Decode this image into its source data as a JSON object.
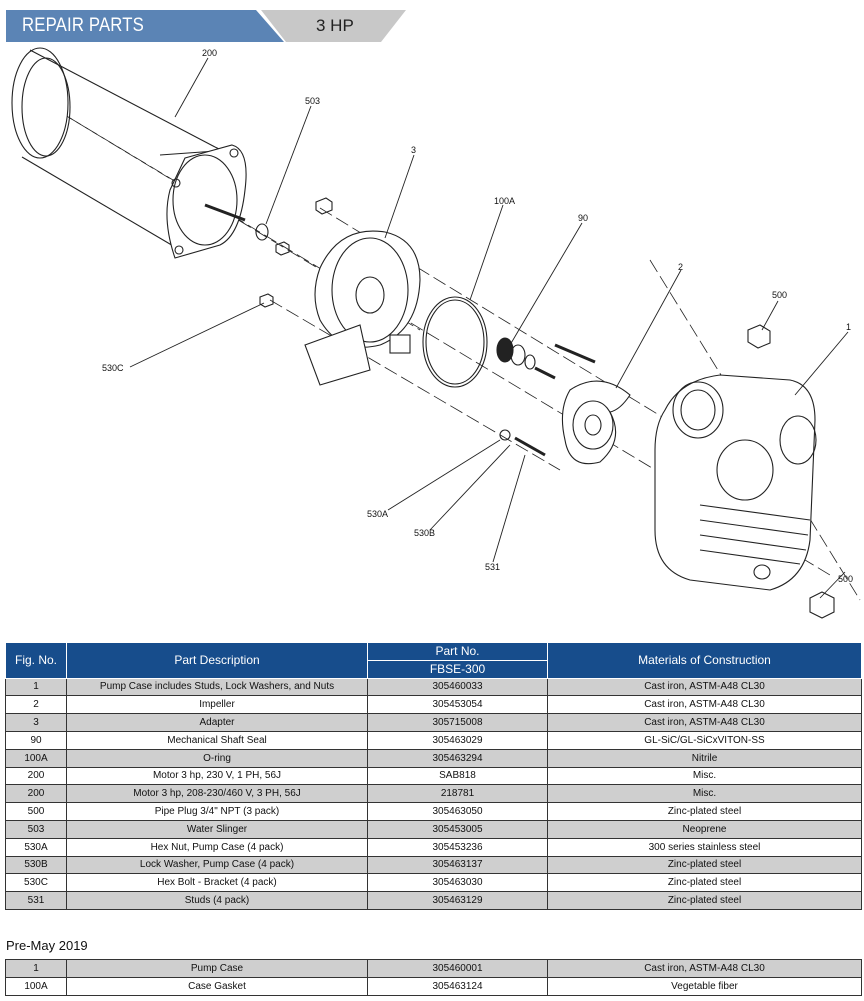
{
  "header": {
    "title": "REPAIR PARTS",
    "hp_tab": "3 HP"
  },
  "diagram": {
    "callouts": [
      "200",
      "503",
      "3",
      "100A",
      "90",
      "2",
      "500",
      "1",
      "530C",
      "530A",
      "530B",
      "531",
      "500"
    ]
  },
  "table": {
    "headers": {
      "fig_no": "Fig. No.",
      "description": "Part Description",
      "part_no": "Part No.",
      "model": "FBSE-300",
      "materials": "Materials of Construction"
    },
    "rows": [
      {
        "fig": "1",
        "desc": "Pump Case includes Studs, Lock Washers, and Nuts",
        "part": "305460033",
        "mat": "Cast iron, ASTM-A48 CL30"
      },
      {
        "fig": "2",
        "desc": "Impeller",
        "part": "305453054",
        "mat": "Cast iron, ASTM-A48 CL30"
      },
      {
        "fig": "3",
        "desc": "Adapter",
        "part": "305715008",
        "mat": "Cast iron, ASTM-A48 CL30"
      },
      {
        "fig": "90",
        "desc": "Mechanical Shaft Seal",
        "part": "305463029",
        "mat": "GL-SiC/GL-SiCxVITON-SS"
      },
      {
        "fig": "100A",
        "desc": "O-ring",
        "part": "305463294",
        "mat": "Nitrile"
      },
      {
        "fig": "200",
        "desc": "Motor 3 hp, 230 V, 1 PH, 56J",
        "part": "SAB818",
        "mat": "Misc."
      },
      {
        "fig": "200",
        "desc": "Motor 3 hp, 208-230/460 V, 3 PH, 56J",
        "part": "218781",
        "mat": "Misc."
      },
      {
        "fig": "500",
        "desc": "Pipe Plug 3/4\" NPT (3 pack)",
        "part": "305463050",
        "mat": "Zinc-plated steel"
      },
      {
        "fig": "503",
        "desc": "Water Slinger",
        "part": "305453005",
        "mat": "Neoprene"
      },
      {
        "fig": "530A",
        "desc": "Hex Nut, Pump Case (4 pack)",
        "part": "305453236",
        "mat": "300 series stainless steel"
      },
      {
        "fig": "530B",
        "desc": "Lock Washer, Pump Case (4 pack)",
        "part": "305463137",
        "mat": "Zinc-plated steel"
      },
      {
        "fig": "530C",
        "desc": "Hex Bolt - Bracket (4 pack)",
        "part": "305463030",
        "mat": "Zinc-plated steel"
      },
      {
        "fig": "531",
        "desc": "Studs (4 pack)",
        "part": "305463129",
        "mat": "Zinc-plated steel"
      }
    ]
  },
  "pre_may": {
    "title": "Pre-May 2019",
    "rows": [
      {
        "fig": "1",
        "desc": "Pump Case",
        "part": "305460001",
        "mat": "Cast iron, ASTM-A48 CL30"
      },
      {
        "fig": "100A",
        "desc": "Case Gasket",
        "part": "305463124",
        "mat": "Vegetable fiber"
      }
    ]
  }
}
